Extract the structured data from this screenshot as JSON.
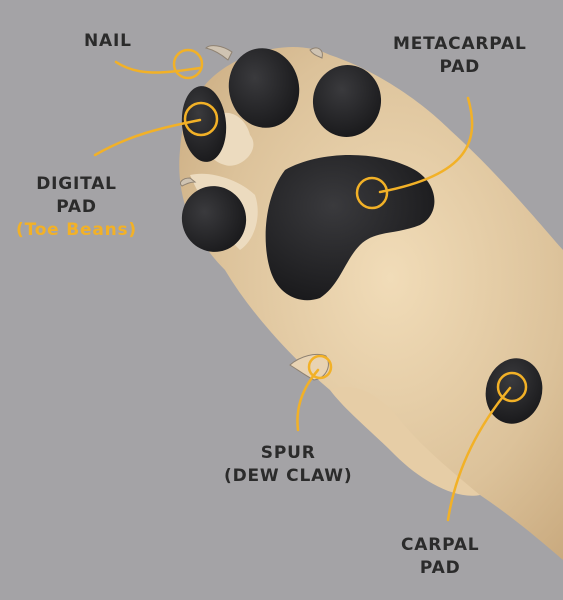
{
  "labels": {
    "nail": "NAIL",
    "metacarpal": [
      "METACARPAL",
      "PAD"
    ],
    "digital": [
      "DIGITAL",
      "PAD"
    ],
    "digital_note": "(Toe Beans)",
    "spur": [
      "SPUR",
      "(DEW CLAW)"
    ],
    "carpal": [
      "CARPAL",
      "PAD"
    ]
  },
  "colors": {
    "background": "#a4a3a6",
    "label_text": "#2b2b2b",
    "accent": "#f2b127",
    "fur": "#dcc29a",
    "pad": "#1c1c1e"
  }
}
